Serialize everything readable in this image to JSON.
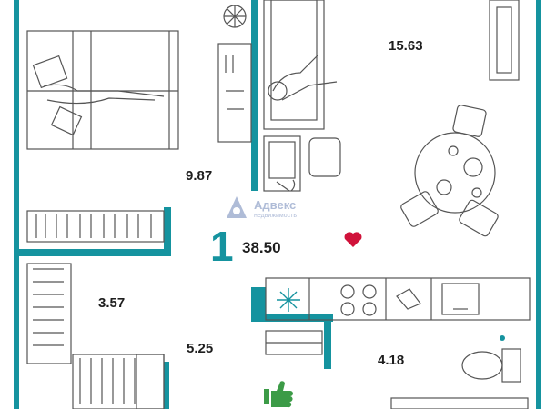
{
  "rooms": {
    "living": "15.63",
    "bedroom": "9.87",
    "bathroom": "3.57",
    "hall": "5.25",
    "toilet": "4.18"
  },
  "total_area": "38.50",
  "room_count": "1",
  "watermark": {
    "brand": "Адвекс",
    "sub": "недвижимость"
  },
  "colors": {
    "wall": "#15939f",
    "line": "#555555",
    "heart": "#d0123a",
    "thumb": "#3c9b47"
  },
  "icons": [
    "heart-icon",
    "thumbs-up-icon",
    "advex-logo-icon",
    "chandelier-icon",
    "fridge-icon"
  ]
}
